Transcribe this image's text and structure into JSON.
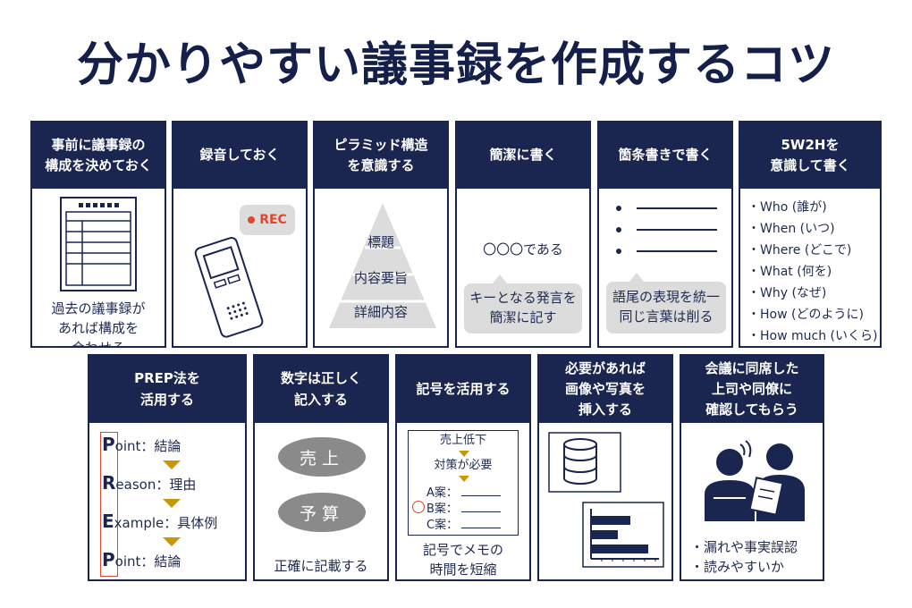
{
  "title": "分かりやすい議事録を作成するコツ",
  "cards": {
    "c1": {
      "header": "事前に議事録の\n構成を決めておく",
      "caption": "過去の議事録が\nあれば構成を\n合わせる"
    },
    "c2": {
      "header": "録音しておく",
      "rec_label": "REC"
    },
    "c3": {
      "header": "ピラミッド構造\nを意識する",
      "pyramid": [
        "標題",
        "内容要旨",
        "詳細内容"
      ]
    },
    "c4": {
      "header": "簡潔に書く",
      "example": "〇〇〇である",
      "bubble": "キーとなる発言を\n簡潔に記す"
    },
    "c5": {
      "header": "箇条書きで書く",
      "bubble": "語尾の表現を統一\n同じ言葉は削る"
    },
    "c6": {
      "header": "5W2Hを\n意識して書く",
      "items": [
        "・Who (誰が)",
        "・When (いつ)",
        "・Where (どこで)",
        "・What (何を)",
        "・Why (なぜ)",
        "・How (どのように)",
        "・How much (いくら)"
      ]
    },
    "c7": {
      "header": "PREP法を\n活用する",
      "letters": [
        "P",
        "R",
        "E",
        "P"
      ],
      "rests": [
        "oint：結論",
        "eason：理由",
        "xample：具体例",
        "oint：結論"
      ]
    },
    "c8": {
      "header": "数字は正しく\n記入する",
      "ovals": [
        "売上",
        "予算"
      ],
      "caption": "正確に記載する"
    },
    "c9": {
      "header": "記号を活用する",
      "box": {
        "line1": "売上低下",
        "line2": "対策が必要",
        "options": [
          "A案：",
          "B案：",
          "C案："
        ]
      },
      "caption": "記号でメモの\n時間を短縮"
    },
    "c10": {
      "header": "必要があれば\n画像や写真を\n挿入する"
    },
    "c11": {
      "header": "会議に同席した\n上司や同僚に\n確認してもらう",
      "items": [
        "・漏れや事実誤認",
        "・読みやすいか"
      ]
    }
  },
  "colors": {
    "navy": "#1a2550",
    "accent_red": "#e0472c",
    "accent_gold": "#c8960a",
    "gray": "#8a8a8a",
    "bubble": "#dcdcdc"
  }
}
